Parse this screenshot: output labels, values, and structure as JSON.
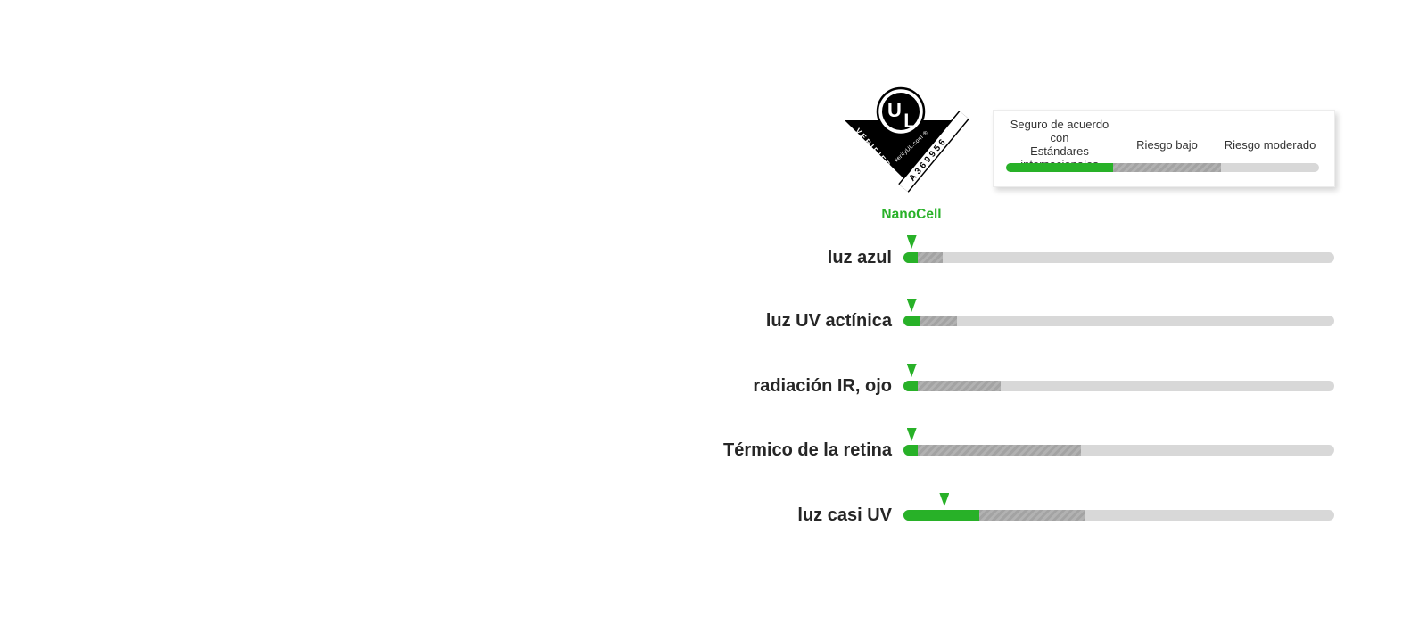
{
  "ul_badge": {
    "logo_letter_u": "U",
    "logo_letter_l": "L",
    "verified_text": "VERIFIED",
    "url_text": "verifyUL.com ®",
    "cert_number": "A369956"
  },
  "legend": {
    "safe_label_line1": "Seguro de acuerdo con",
    "safe_label_line2": "Estándares internacionales",
    "low_label": "Riesgo bajo",
    "moderate_label": "Riesgo moderado",
    "segments_pct": [
      34.2,
      34.5,
      31.3
    ]
  },
  "chart_data": {
    "type": "bar",
    "orientation": "horizontal",
    "title": "",
    "marker_label": "NanoCell",
    "categories": [
      "luz azul",
      "luz UV actínica",
      "radiación IR, ojo",
      "Térmico de la retina",
      "luz casi UV"
    ],
    "series": [
      {
        "name": "Seguro de acuerdo con Estándares internacionales",
        "values_pct": [
          3.3,
          3.9,
          3.3,
          3.3,
          17.6
        ]
      },
      {
        "name": "Riesgo bajo",
        "values_pct": [
          5.8,
          8.5,
          19.3,
          37.9,
          24.6
        ]
      },
      {
        "name": "Riesgo moderado",
        "values_pct": [
          90.9,
          87.6,
          77.4,
          58.8,
          57.8
        ]
      }
    ],
    "nanocell_marker_pct": [
      1.9,
      1.9,
      1.9,
      1.9,
      9.5
    ],
    "axis": "unlabeled relative risk scale, full bar = 100%",
    "legend_position": "top-right"
  },
  "colors": {
    "green": "#28b128",
    "medium_gray_a": "#a3a3a3",
    "medium_gray_b": "#b2b2b2",
    "light_gray": "#d8d8d8",
    "label_text": "#262626",
    "legend_text": "#333333"
  }
}
